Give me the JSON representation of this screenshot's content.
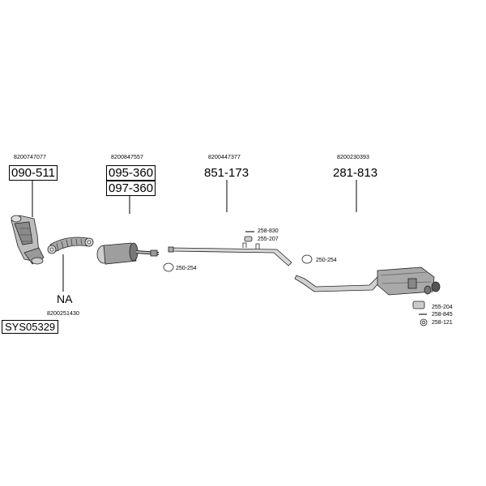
{
  "groups": [
    {
      "oem": "8200747077",
      "parts": [
        "090-511"
      ]
    },
    {
      "oem": "8200847557",
      "parts": [
        "095-360",
        "097-360"
      ]
    },
    {
      "oem": "8200447377",
      "parts": [
        "851-173"
      ]
    },
    {
      "oem": "8200230393",
      "parts": [
        "281-813"
      ]
    }
  ],
  "accessories": {
    "clamp_a": "258-830",
    "hanger_a": "255-207",
    "ring_a": "250-254",
    "ring_b": "250-254",
    "hanger_b": "255-204",
    "clamp_b": "258-845",
    "gasket_b": "258-121"
  },
  "footer": {
    "na_label": "NA",
    "na_oem": "8200251430",
    "system_code": "SYS05329"
  }
}
